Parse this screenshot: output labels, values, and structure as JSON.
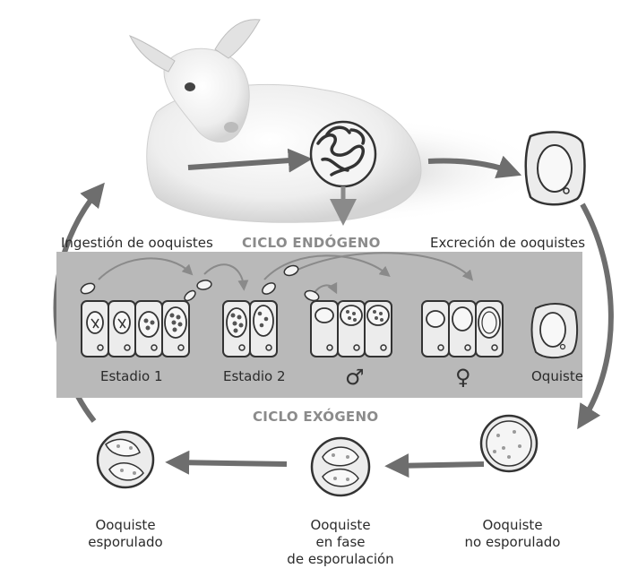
{
  "titles": {
    "endogenous": "CICLO ENDÓGENO",
    "exogenous": "CICLO EXÓGENO"
  },
  "labels": {
    "ingestion": "Ingestión de ooquistes",
    "excretion": "Excreción de ooquistes",
    "stage1": "Estadio 1",
    "stage2": "Estadio 2",
    "male_symbol": "♂",
    "female_symbol": "♀",
    "oocyst": "Oquiste",
    "sporulated": [
      "Ooquiste",
      "esporulado"
    ],
    "sporulating": [
      "Ooquiste",
      "en fase",
      "de esporulación"
    ],
    "unsporulated": [
      "Ooquiste",
      "no esporulado"
    ]
  },
  "colors": {
    "arrow": "#707070",
    "panel": "#b9b9b9",
    "cell_fill": "#ececec",
    "title_gray": "#8b8b8b"
  }
}
